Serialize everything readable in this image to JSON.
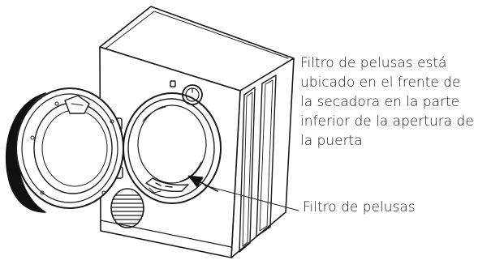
{
  "description_lines": [
    "Filtro de pelusas está",
    "ubicado en el frente de",
    "la secadora en la parte",
    "inferior de la apertura de",
    "la puerta"
  ],
  "callout_label": "Filtro de pelusas",
  "colors": {
    "line": "#1a1a1a",
    "text": "#1a1a1a",
    "door_seal": "#111111",
    "background": "#ffffff"
  },
  "icons": [
    "control-knob-icon",
    "power-button-icon",
    "arrow-icon"
  ]
}
